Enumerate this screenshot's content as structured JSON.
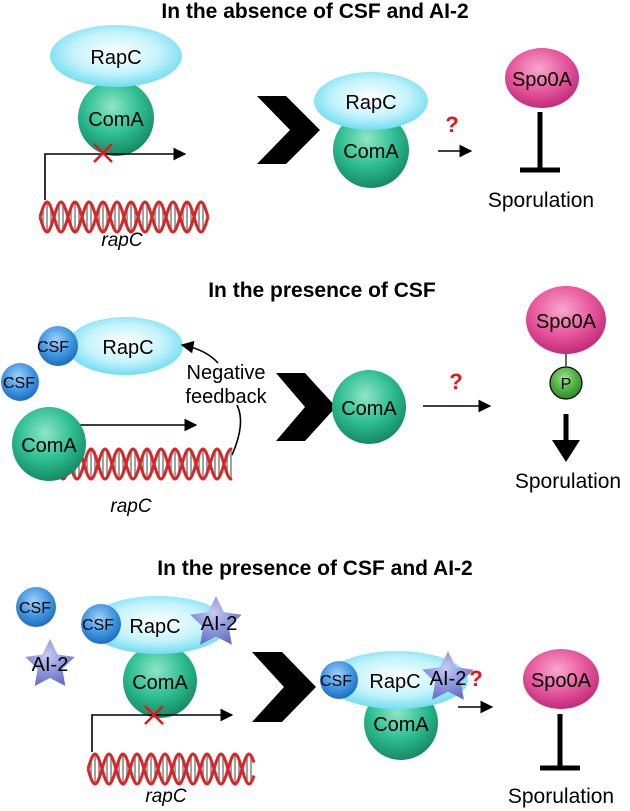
{
  "panels": [
    {
      "title": "In the absence of CSF and AI-2",
      "left": {
        "rapc_label": "RapC",
        "coma_label": "ComA",
        "gene_label": "rapC"
      },
      "right": {
        "rapc_label": "RapC",
        "coma_label": "ComA",
        "question": "?",
        "spo0a_label": "Spo0A",
        "outcome_label": "Sporulation"
      }
    },
    {
      "title": "In the presence of CSF",
      "left": {
        "csf_bound_label": "CSF",
        "rapc_label": "RapC",
        "csf_free_label": "CSF",
        "feedback_label_1": "Negative",
        "feedback_label_2": "feedback",
        "coma_label": "ComA",
        "gene_label": "rapC"
      },
      "right": {
        "coma_label": "ComA",
        "question": "?",
        "spo0a_label": "Spo0A",
        "phospho_label": "P",
        "outcome_label": "Sporulation"
      }
    },
    {
      "title": "In the presence of CSF and AI-2",
      "left": {
        "csf_free_label": "CSF",
        "ai2_free_label": "AI-2",
        "csf_bound_label": "CSF",
        "rapc_label": "RapC",
        "ai2_bound_label": "AI-2",
        "coma_label": "ComA",
        "gene_label": "rapC"
      },
      "right": {
        "csf_bound_label": "CSF",
        "rapc_label": "RapC",
        "ai2_bound_label": "AI-2",
        "question": "?",
        "coma_label": "ComA",
        "spo0a_label": "Spo0A",
        "outcome_label": "Sporulation"
      }
    }
  ],
  "colors": {
    "rapc_fill": "#a9ecf9",
    "coma_fill": "#2db88f",
    "spo0a_fill": "#e8529a",
    "csf_fill": "#3f95e0",
    "ai2_fill": "#8a92d9",
    "phospho_fill": "#4caf3e",
    "dna_red": "#d62828",
    "block_x": "#e8141c"
  }
}
